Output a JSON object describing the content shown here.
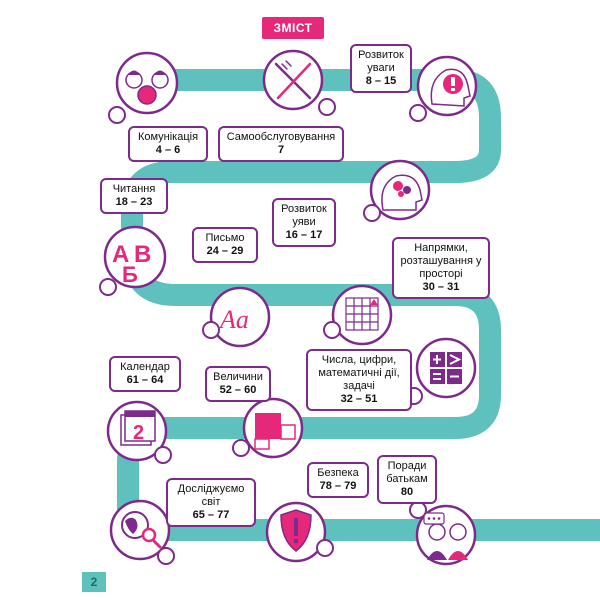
{
  "title": "ЗМІСТ",
  "page_number": "2",
  "colors": {
    "road": "#5fc1bd",
    "accent": "#e6287a",
    "frame": "#7d2a8c"
  },
  "sections": [
    {
      "title": "Комунікація",
      "pages": "4 – 6",
      "icon": "children-faces-icon"
    },
    {
      "title": "Самообслуговування",
      "pages": "7",
      "icon": "comb-brush-icon"
    },
    {
      "title": "Розвиток уваги",
      "pages": "8 – 15",
      "icon": "head-exclamation-icon"
    },
    {
      "title": "Читання",
      "pages": "18 – 23",
      "icon": "letters-icon"
    },
    {
      "title": "Розвиток уяви",
      "pages": "16 – 17",
      "icon": "head-imagination-icon"
    },
    {
      "title": "Письмо",
      "pages": "24 – 29",
      "icon": "handwriting-icon"
    },
    {
      "title": "Напрямки, розташування у просторі",
      "pages": "30 – 31",
      "icon": "grid-icon"
    },
    {
      "title": "Числа, цифри, математичні дії, задачі",
      "pages": "32 – 51",
      "icon": "math-symbols-icon"
    },
    {
      "title": "Календар",
      "pages": "61 – 64",
      "icon": "calendar-icon"
    },
    {
      "title": "Величини",
      "pages": "52 – 60",
      "icon": "squares-size-icon"
    },
    {
      "title": "Досліджуємо світ",
      "pages": "65 – 77",
      "icon": "globe-magnifier-icon"
    },
    {
      "title": "Безпека",
      "pages": "78 – 79",
      "icon": "shield-icon"
    },
    {
      "title": "Поради батькам",
      "pages": "80",
      "icon": "parents-icon"
    }
  ],
  "icons": {
    "letters": [
      "A",
      "B",
      "Б"
    ],
    "handwriting": "Aa",
    "calendar_day": "2"
  }
}
